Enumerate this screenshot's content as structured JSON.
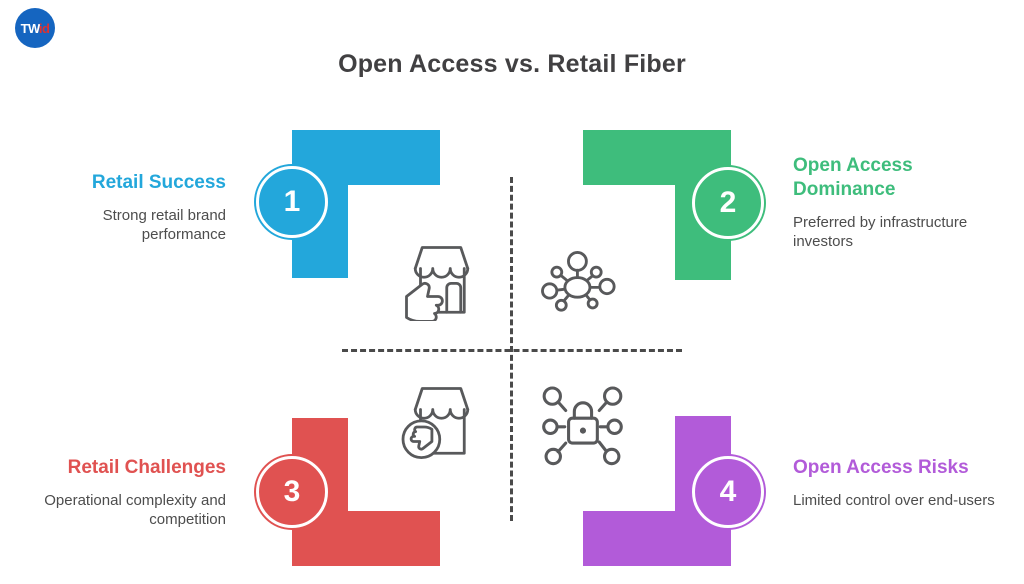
{
  "logo": {
    "primary": "TW",
    "accent": "id",
    "bg_color": "#1565C0",
    "accent_color": "#E0312E"
  },
  "title": "Open Access vs. Retail Fiber",
  "colors": {
    "title": "#414042",
    "text": "#4D4D4D",
    "icon": "#58595B",
    "dash": "#4A4A4A"
  },
  "quadrants": [
    {
      "number": "1",
      "title": "Retail Success",
      "description": "Strong retail brand performance",
      "color": "#23A7DB",
      "icon": "store-thumbs-up"
    },
    {
      "number": "2",
      "title": "Open Access Dominance",
      "description": "Preferred by infrastructure investors",
      "color": "#3EBD7C",
      "icon": "network-hub"
    },
    {
      "number": "3",
      "title": "Retail Challenges",
      "description": "Operational complexity and competition",
      "color": "#E05251",
      "icon": "store-thumbs-down"
    },
    {
      "number": "4",
      "title": "Open Access Risks",
      "description": "Limited control over end-users",
      "color": "#B25BD9",
      "icon": "network-lock"
    }
  ]
}
